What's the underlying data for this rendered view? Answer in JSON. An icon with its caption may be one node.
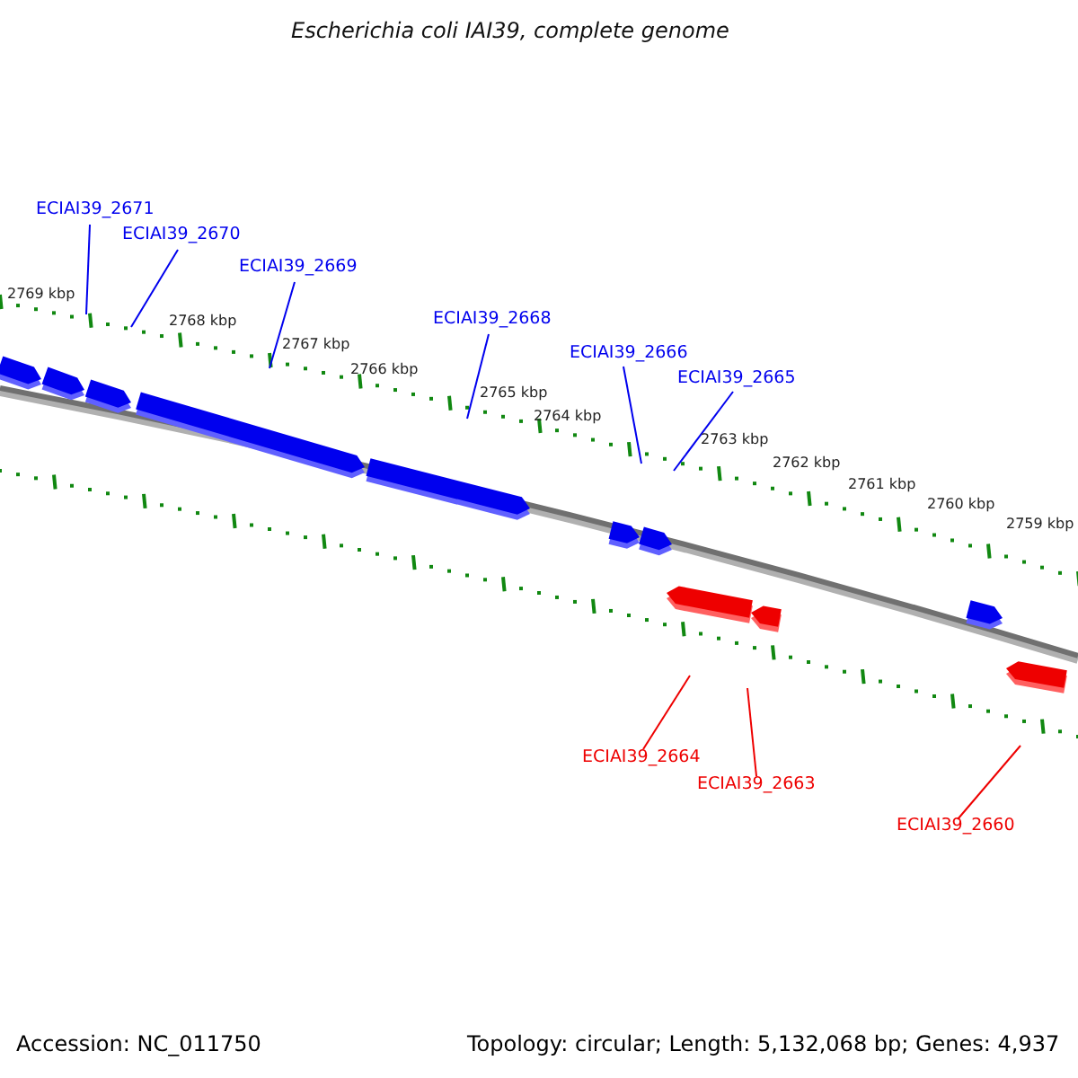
{
  "diagram": {
    "title": "Escherichia coli IAI39, complete genome",
    "nodes": [
      {
        "text": [
          "ECIAI39_2671"
        ]
      },
      {
        "text": [
          "ECIAI39_2670"
        ]
      },
      {
        "text": [
          "ECIAI39_2669"
        ]
      },
      {
        "text": [
          "ECIAI39_2668"
        ]
      },
      {
        "text": [
          "ECIAI39_2666"
        ]
      },
      {
        "text": [
          "ECIAI39_2665"
        ]
      },
      {
        "text": [
          "ECIAI39_2664"
        ]
      },
      {
        "text": [
          "ECIAI39_2663"
        ]
      },
      {
        "text": [
          "ECIAI39_2660"
        ]
      }
    ],
    "edges": [
      {
        "from": 0,
        "to": null,
        "arrow": "none"
      },
      {
        "from": 1,
        "to": null,
        "arrow": "none"
      },
      {
        "from": 2,
        "to": null,
        "arrow": "none"
      },
      {
        "from": 3,
        "to": null,
        "arrow": "none"
      },
      {
        "from": 4,
        "to": null,
        "arrow": "none"
      },
      {
        "from": 5,
        "to": null,
        "arrow": "none"
      },
      {
        "from": 6,
        "to": null,
        "arrow": "none",
        "color": "#ff0000"
      },
      {
        "from": 7,
        "to": null,
        "arrow": "none",
        "color": "#ff0000"
      },
      {
        "from": 8,
        "to": null,
        "arrow": "none",
        "color": "#ff0000"
      }
    ],
    "labels": [
      "2769 kbp",
      "2768 kbp",
      "2767 kbp",
      "2766 kbp",
      "2765 kbp",
      "2764 kbp",
      "2763 kbp",
      "2762 kbp",
      "2761 kbp",
      "2760 kbp",
      "2759 kbp",
      "Accession: NC_011750",
      "Topology: circular; Length: 5,132,068 bp; Genes: 4,937"
    ]
  }
}
